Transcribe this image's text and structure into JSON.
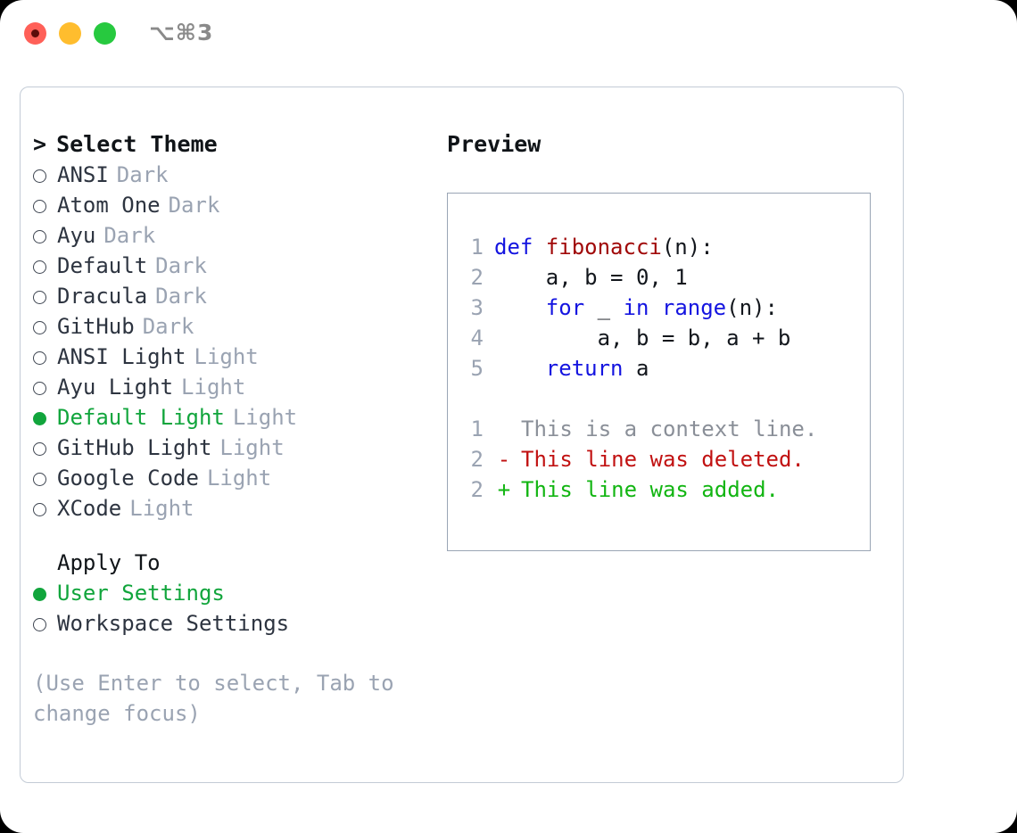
{
  "titlebar": {
    "shortcut": "⌥⌘3",
    "buttons": [
      "close",
      "minimize",
      "maximize"
    ]
  },
  "theme_picker": {
    "heading": "Select Theme",
    "caret": ">",
    "radio_on_glyph": "●",
    "radio_off_glyph": "○",
    "selected_color": "#11a53c",
    "items": [
      {
        "name": "ANSI",
        "tag": "Dark",
        "selected": false
      },
      {
        "name": "Atom One",
        "tag": "Dark",
        "selected": false
      },
      {
        "name": "Ayu",
        "tag": "Dark",
        "selected": false
      },
      {
        "name": "Default",
        "tag": "Dark",
        "selected": false
      },
      {
        "name": "Dracula",
        "tag": "Dark",
        "selected": false
      },
      {
        "name": "GitHub",
        "tag": "Dark",
        "selected": false
      },
      {
        "name": "ANSI Light",
        "tag": "Light",
        "selected": false
      },
      {
        "name": "Ayu Light",
        "tag": "Light",
        "selected": false
      },
      {
        "name": "Default Light",
        "tag": "Light",
        "selected": true
      },
      {
        "name": "GitHub Light",
        "tag": "Light",
        "selected": false
      },
      {
        "name": "Google Code",
        "tag": "Light",
        "selected": false
      },
      {
        "name": "XCode",
        "tag": "Light",
        "selected": false
      }
    ]
  },
  "apply_to": {
    "label": "Apply To",
    "items": [
      {
        "name": "User Settings",
        "selected": true
      },
      {
        "name": "Workspace Settings",
        "selected": false
      }
    ]
  },
  "hint": "(Use Enter to select, Tab to change focus)",
  "preview": {
    "title": "Preview",
    "code_lines": [
      {
        "number": "1",
        "tokens": [
          {
            "text": "def ",
            "type": "kw"
          },
          {
            "text": "fibonacci",
            "type": "fn"
          },
          {
            "text": "(n):",
            "type": "plain"
          }
        ]
      },
      {
        "number": "2",
        "tokens": [
          {
            "text": "    a, b = 0, 1",
            "type": "plain"
          }
        ]
      },
      {
        "number": "3",
        "tokens": [
          {
            "text": "    ",
            "type": "plain"
          },
          {
            "text": "for",
            "type": "kw"
          },
          {
            "text": " _ ",
            "type": "plain"
          },
          {
            "text": "in",
            "type": "kw"
          },
          {
            "text": " ",
            "type": "plain"
          },
          {
            "text": "range",
            "type": "bi"
          },
          {
            "text": "(n):",
            "type": "plain"
          }
        ]
      },
      {
        "number": "4",
        "tokens": [
          {
            "text": "        a, b = b, a + b",
            "type": "plain"
          }
        ]
      },
      {
        "number": "5",
        "tokens": [
          {
            "text": "    ",
            "type": "plain"
          },
          {
            "text": "return",
            "type": "kw"
          },
          {
            "text": " a",
            "type": "plain"
          }
        ]
      }
    ],
    "diff_lines": [
      {
        "number": "1",
        "mark": "",
        "text": "This is a context line.",
        "kind": "context"
      },
      {
        "number": "2",
        "mark": "-",
        "text": "This line was deleted.",
        "kind": "deleted"
      },
      {
        "number": "2",
        "mark": "+",
        "text": "This line was added.",
        "kind": "added"
      }
    ]
  }
}
